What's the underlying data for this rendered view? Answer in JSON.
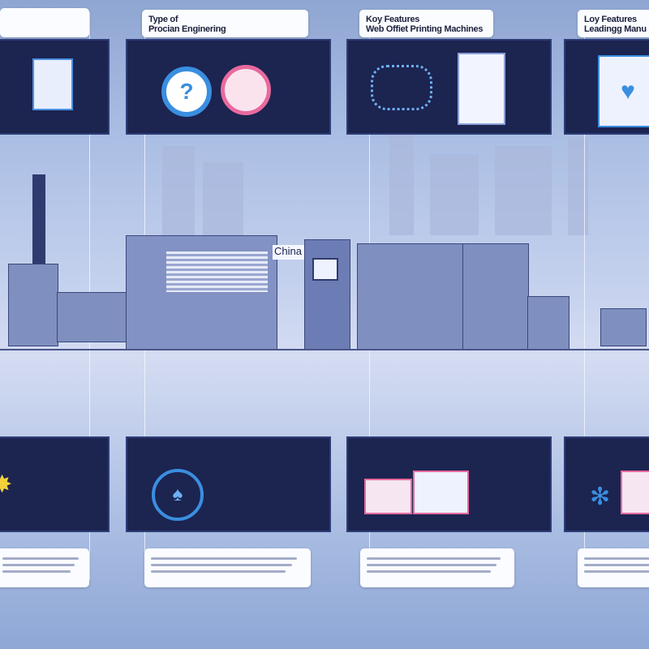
{
  "top_labels": [
    {
      "line1": "",
      "line2": ""
    },
    {
      "line1": "Type of",
      "line2": "Procian Enginering"
    },
    {
      "line1": "Koy Features",
      "line2": "Web Offiet Printing Machines"
    },
    {
      "line1": "Loy Features",
      "line2": "Leadingg Manu"
    }
  ],
  "machine": {
    "sign": "China"
  },
  "icons": [
    "document-icon",
    "question-gear-icon",
    "magnifier-icon",
    "network-icon",
    "envelope-icon",
    "heart-document-icon",
    "sun-icon",
    "vase-icon",
    "picture-cards-icon",
    "gear-card-icon"
  ],
  "colors": {
    "card": "#1c2450",
    "accent_blue": "#3a8ee0",
    "accent_pink": "#e86a9e",
    "background": "#a9bde3"
  }
}
